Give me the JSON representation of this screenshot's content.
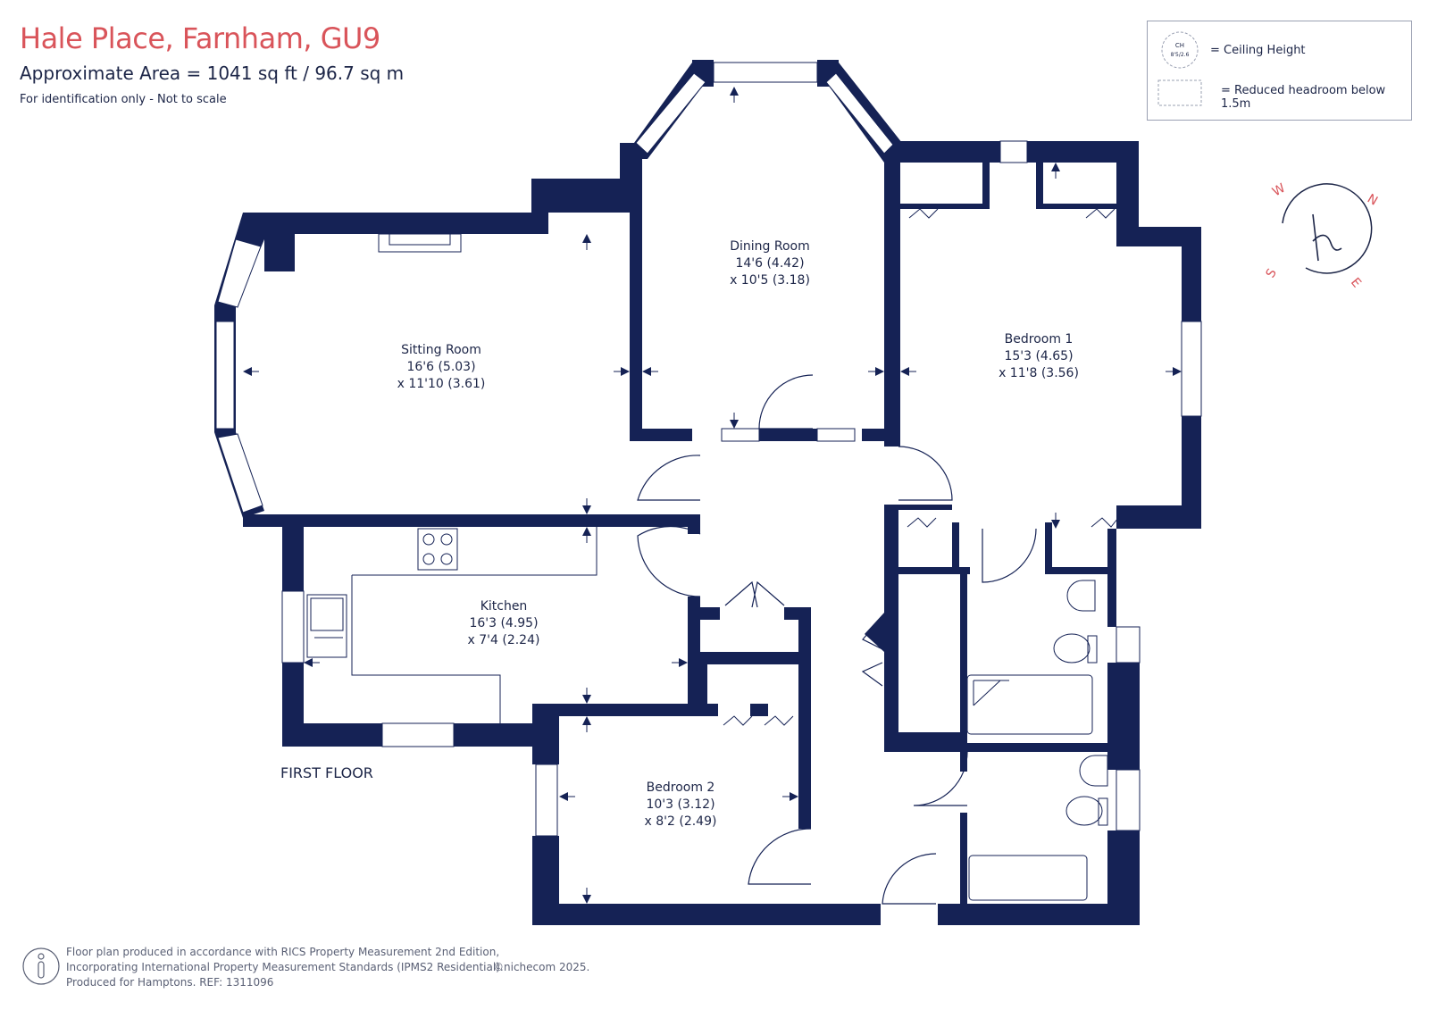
{
  "header": {
    "title": "Hale Place, Farnham, GU9",
    "area": "Approximate Area = 1041 sq ft / 96.7 sq m",
    "note": "For identification only - Not to scale"
  },
  "legend": {
    "ch_badge_top": "CH",
    "ch_badge_bottom": "8'5/2.6",
    "ceiling_height": "= Ceiling Height",
    "reduced_headroom": "= Reduced headroom below 1.5m"
  },
  "compass": {
    "n": "N",
    "e": "E",
    "s": "S",
    "w": "W"
  },
  "floor_label": "FIRST FLOOR",
  "rooms": {
    "sitting": {
      "name": "Sitting Room",
      "dim1": "16'6 (5.03)",
      "dim2": "x 11'10 (3.61)"
    },
    "dining": {
      "name": "Dining Room",
      "dim1": "14'6 (4.42)",
      "dim2": "x 10'5 (3.18)"
    },
    "bedroom1": {
      "name": "Bedroom 1",
      "dim1": "15'3 (4.65)",
      "dim2": "x 11'8 (3.56)"
    },
    "kitchen": {
      "name": "Kitchen",
      "dim1": "16'3 (4.95)",
      "dim2": "x 7'4 (2.24)"
    },
    "bedroom2": {
      "name": "Bedroom 2",
      "dim1": "10'3 (3.12)",
      "dim2": "x 8'2 (2.49)"
    }
  },
  "footer": {
    "line1": "Floor plan produced in accordance with RICS Property Measurement 2nd Edition,",
    "line2": "Incorporating International Property Measurement Standards (IPMS2 Residential).",
    "line3": "Produced for Hamptons.  REF:  1311096",
    "copyright": "©nichecom 2025."
  },
  "colors": {
    "wall": "#152255",
    "title": "#d9545a",
    "text": "#1c2547"
  }
}
